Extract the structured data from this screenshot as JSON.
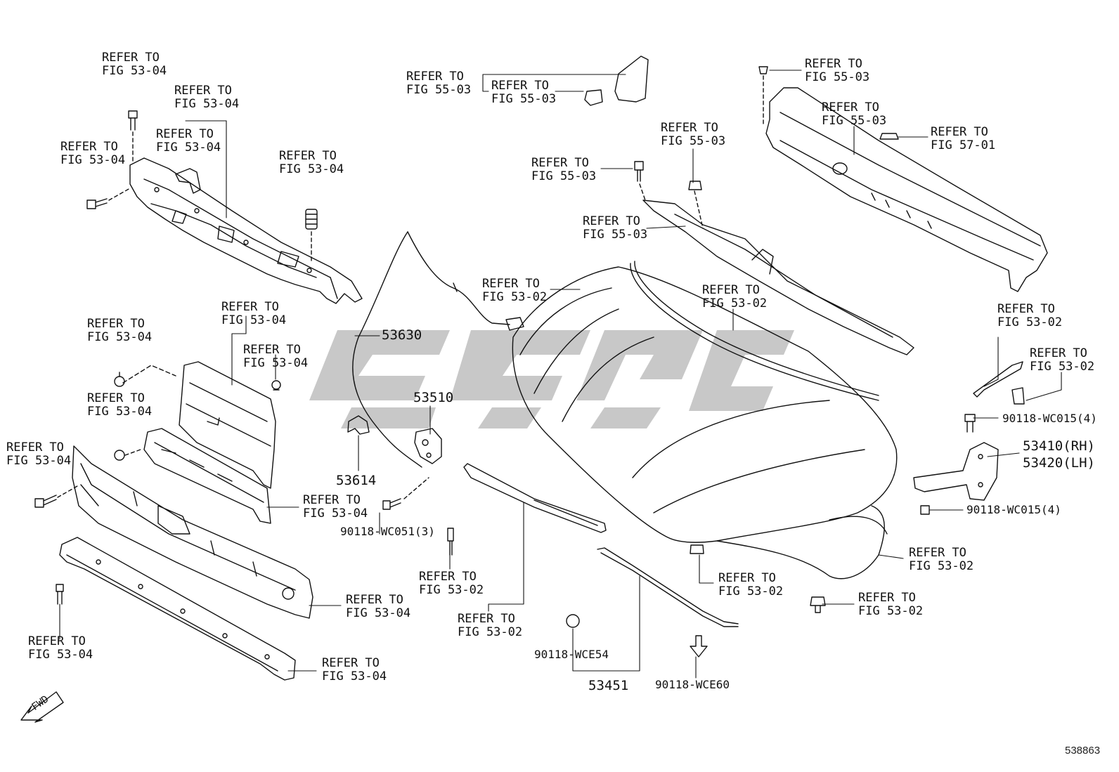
{
  "diagram": {
    "id": "538863",
    "fwd_label": "FWD",
    "refer_labels": [
      {
        "id": "r1",
        "line1": "REFER TO",
        "line2": "FIG 53-04"
      },
      {
        "id": "r2",
        "line1": "REFER TO",
        "line2": "FIG 53-04"
      },
      {
        "id": "r3",
        "line1": "REFER TO",
        "line2": "FIG 53-04"
      },
      {
        "id": "r4",
        "line1": "REFER TO",
        "line2": "FIG 53-04"
      },
      {
        "id": "r5",
        "line1": "REFER TO",
        "line2": "FIG 53-04"
      },
      {
        "id": "r6",
        "line1": "REFER TO",
        "line2": "FIG 53-04"
      },
      {
        "id": "r7",
        "line1": "REFER TO",
        "line2": "FIG 53-04"
      },
      {
        "id": "r8",
        "line1": "REFER TO",
        "line2": "FIG 53-04"
      },
      {
        "id": "r9",
        "line1": "REFER TO",
        "line2": "FIG 53-04"
      },
      {
        "id": "r10",
        "line1": "REFER TO",
        "line2": "FIG 53-04"
      },
      {
        "id": "r11",
        "line1": "REFER TO",
        "line2": "FIG 53-04"
      },
      {
        "id": "r12",
        "line1": "REFER TO",
        "line2": "FIG 53-04"
      },
      {
        "id": "r13",
        "line1": "REFER TO",
        "line2": "FIG 53-04"
      },
      {
        "id": "r14",
        "line1": "REFER TO",
        "line2": "FIG 53-04"
      },
      {
        "id": "r15",
        "line1": "REFER TO",
        "line2": "FIG 55-03"
      },
      {
        "id": "r16",
        "line1": "REFER TO",
        "line2": "FIG 55-03"
      },
      {
        "id": "r17",
        "line1": "REFER TO",
        "line2": "FIG 53-02"
      },
      {
        "id": "r18",
        "line1": "REFER TO",
        "line2": "FIG 55-03"
      },
      {
        "id": "r19",
        "line1": "REFER TO",
        "line2": "FIG 55-03"
      },
      {
        "id": "r20",
        "line1": "REFER TO",
        "line2": "FIG 55-03"
      },
      {
        "id": "r21",
        "line1": "REFER TO",
        "line2": "FIG 53-02"
      },
      {
        "id": "r22",
        "line1": "REFER TO",
        "line2": "FIG 55-03"
      },
      {
        "id": "r23",
        "line1": "REFER TO",
        "line2": "FIG 55-03"
      },
      {
        "id": "r24",
        "line1": "REFER TO",
        "line2": "FIG 57-01"
      },
      {
        "id": "r25",
        "line1": "REFER TO",
        "line2": "FIG 53-02"
      },
      {
        "id": "r26",
        "line1": "REFER TO",
        "line2": "FIG 53-02"
      },
      {
        "id": "r27",
        "line1": "REFER TO",
        "line2": "FIG 53-02"
      },
      {
        "id": "r28",
        "line1": "REFER TO",
        "line2": "FIG 53-02"
      },
      {
        "id": "r29",
        "line1": "REFER TO",
        "line2": "FIG 53-02"
      },
      {
        "id": "r30",
        "line1": "REFER TO",
        "line2": "FIG 53-02"
      },
      {
        "id": "r31",
        "line1": "REFER TO",
        "line2": "FIG 53-02"
      }
    ],
    "part_numbers": {
      "p53630": "53630",
      "p53510": "53510",
      "p53614": "53614",
      "p90118_wc051": "90118-WC051(3)",
      "p90118_wc015_a": "90118-WC015(4)",
      "p53410": "53410(RH)",
      "p53420": "53420(LH)",
      "p90118_wc015_b": "90118-WC015(4)",
      "p90118_wce54": "90118-WCE54",
      "p53451": "53451",
      "p90118_wce60": "90118-WCE60"
    }
  }
}
